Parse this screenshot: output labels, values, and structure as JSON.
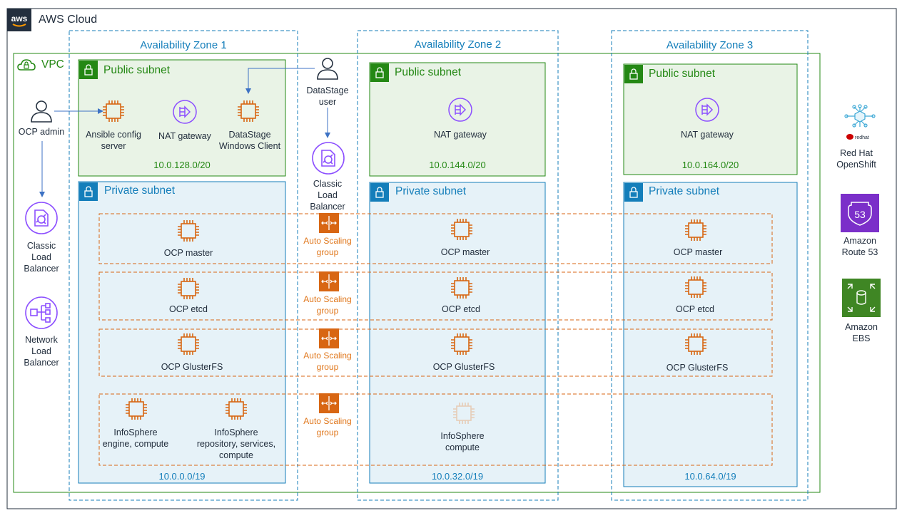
{
  "cloud": {
    "title": "AWS Cloud",
    "badge": "aws"
  },
  "vpc": {
    "title": "VPC"
  },
  "zones": [
    {
      "title": "Availability Zone 1",
      "public_title": "Public subnet",
      "public_cidr": "10.0.128.0/20",
      "private_title": "Private subnet",
      "private_cidr": "10.0.0.0/19"
    },
    {
      "title": "Availability Zone 2",
      "public_title": "Public subnet",
      "public_cidr": "10.0.144.0/20",
      "private_title": "Private subnet",
      "private_cidr": "10.0.32.0/19"
    },
    {
      "title": "Availability Zone 3",
      "public_title": "Public subnet",
      "public_cidr": "10.0.164.0/20",
      "private_title": "Private subnet",
      "private_cidr": "10.0.64.0/19"
    }
  ],
  "public_nodes": {
    "ansible": "Ansible config\nserver",
    "nat1": "NAT gateway",
    "datastage_client": "DataStage\nWindows Client",
    "nat2": "NAT gateway",
    "nat3": "NAT gateway"
  },
  "users": {
    "ocp_admin": "OCP admin",
    "datastage_user": "DataStage\nuser"
  },
  "load_balancers": {
    "classic_center": "Classic\nLoad\nBalancer",
    "classic_left": "Classic\nLoad\nBalancer",
    "network_left": "Network\nLoad\nBalancer"
  },
  "rows": [
    {
      "asg": "Auto Scaling\ngroup",
      "az1": "OCP master",
      "az2": "OCP master",
      "az3": "OCP master"
    },
    {
      "asg": "Auto Scaling\ngroup",
      "az1": "OCP etcd",
      "az2": "OCP etcd",
      "az3": "OCP etcd"
    },
    {
      "asg": "Auto Scaling\ngroup",
      "az1": "OCP GlusterFS",
      "az2": "OCP GlusterFS",
      "az3": "OCP GlusterFS"
    },
    {
      "asg": "Auto Scaling\ngroup",
      "az1a": "InfoSphere\nengine, compute",
      "az1b": "InfoSphere\nrepository, services,\ncompute",
      "az2": "InfoSphere\ncompute"
    }
  ],
  "services": {
    "openshift": "Red Hat\nOpenShift",
    "openshift_logo": "redhat",
    "route53": "Amazon\nRoute 53",
    "route53_badge": "53",
    "ebs": "Amazon\nEBS"
  },
  "colors": {
    "vpc_green": "#248814",
    "public_fill": "#e9f3e6",
    "private_blue": "#147eba",
    "private_fill": "#e6f2f8",
    "asg_orange": "#d86613",
    "lb_purple": "#8c4fff",
    "dark": "#232f3e"
  },
  "icons": [
    "ec2-instance-icon",
    "nat-gateway-icon",
    "user-icon",
    "classic-load-balancer-icon",
    "network-load-balancer-icon",
    "auto-scaling-icon",
    "lock-icon",
    "cloud-icon",
    "openshift-icon",
    "route53-icon",
    "ebs-icon"
  ]
}
